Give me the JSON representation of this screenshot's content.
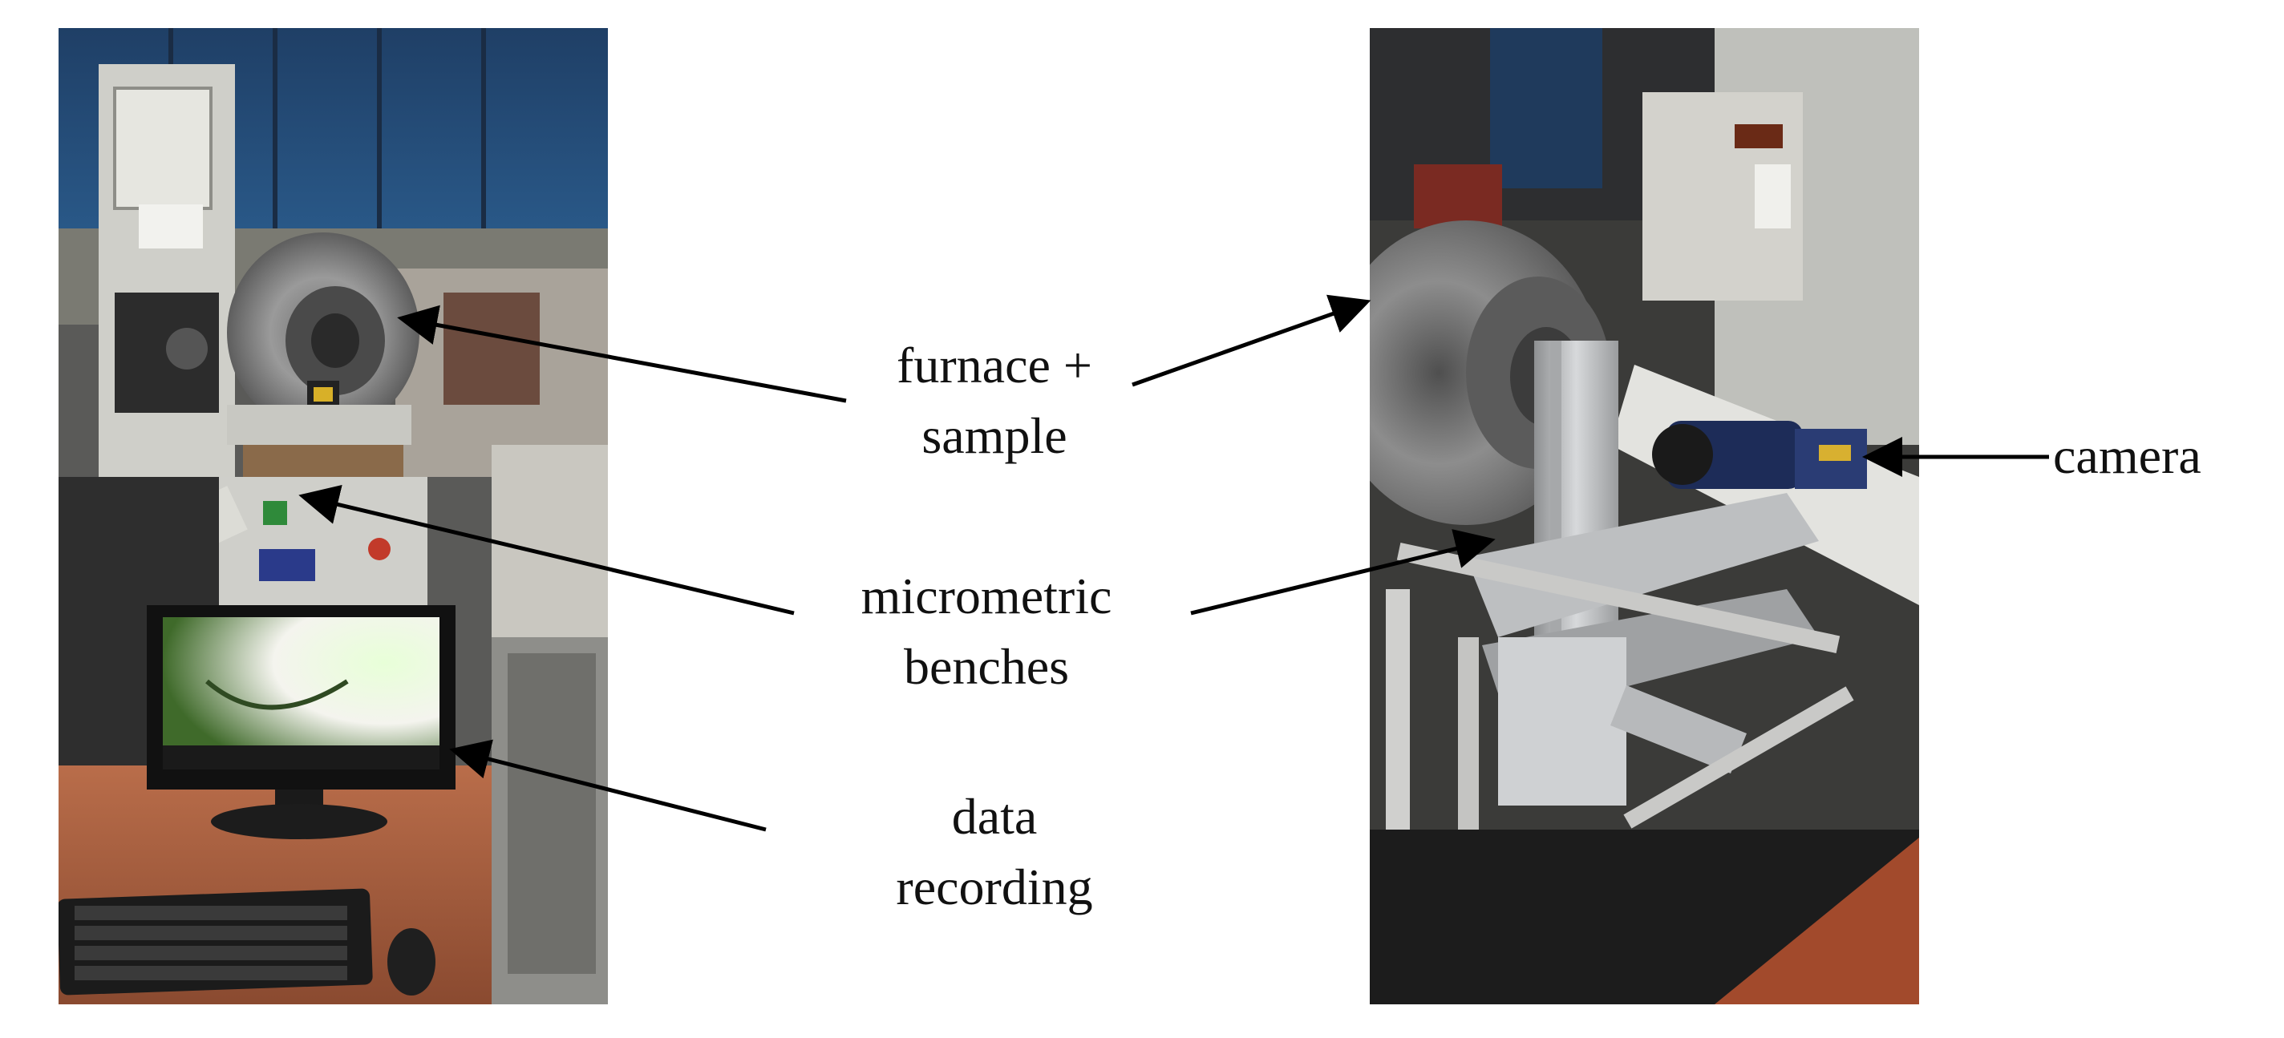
{
  "labels": {
    "furnace_line1": "furnace +",
    "furnace_line2": "sample",
    "micrometric_line1": "micrometric",
    "micrometric_line2": "benches",
    "data_line1": "data",
    "data_line2": "recording",
    "camera": "camera"
  },
  "colors": {
    "arrow": "#000000",
    "background": "#ffffff"
  }
}
